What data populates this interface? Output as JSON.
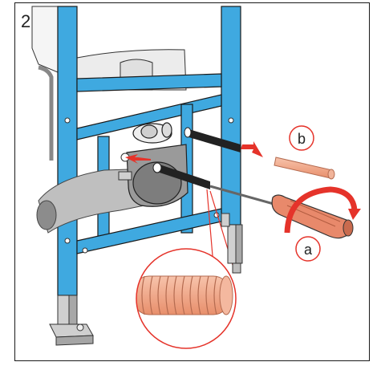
{
  "step_number": "2",
  "callouts": {
    "a": "a",
    "b": "b"
  },
  "colors": {
    "frame_blue": "#3fa9e0",
    "frame_outline": "#1a1a1a",
    "arrow_red": "#e5332a",
    "rod_orange": "#f2a98a",
    "callout_circle": "#e5332a",
    "screwdriver_handle": "#e8896b"
  },
  "icons": {
    "screwdriver": "screwdriver-icon",
    "rotation_arrow": "rotate-clockwise-icon",
    "detail_magnifier": "magnifier-circle-icon"
  }
}
